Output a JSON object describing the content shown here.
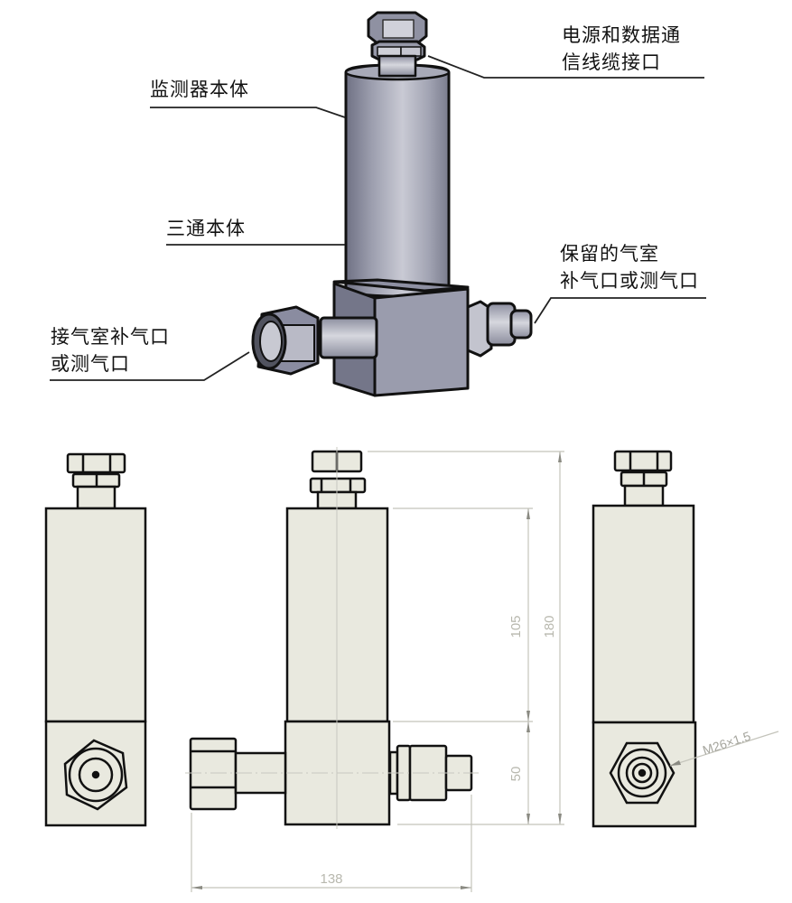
{
  "figure": {
    "iso_view": {
      "callouts": [
        {
          "id": "power-data-port",
          "text": "电源和数据通\n信线缆接口"
        },
        {
          "id": "monitor-body",
          "text": "监测器本体"
        },
        {
          "id": "tee-body",
          "text": "三通本体"
        },
        {
          "id": "reserved-port",
          "text": "保留的气室\n补气口或测气口"
        },
        {
          "id": "chamber-port",
          "text": "接气室补气口\n或测气口"
        }
      ]
    },
    "orthographic_views": {
      "dimensions": {
        "total_height": "180",
        "body_height": "105",
        "base_height": "50",
        "total_width": "138",
        "thread_spec": "M26×1.5"
      }
    }
  }
}
